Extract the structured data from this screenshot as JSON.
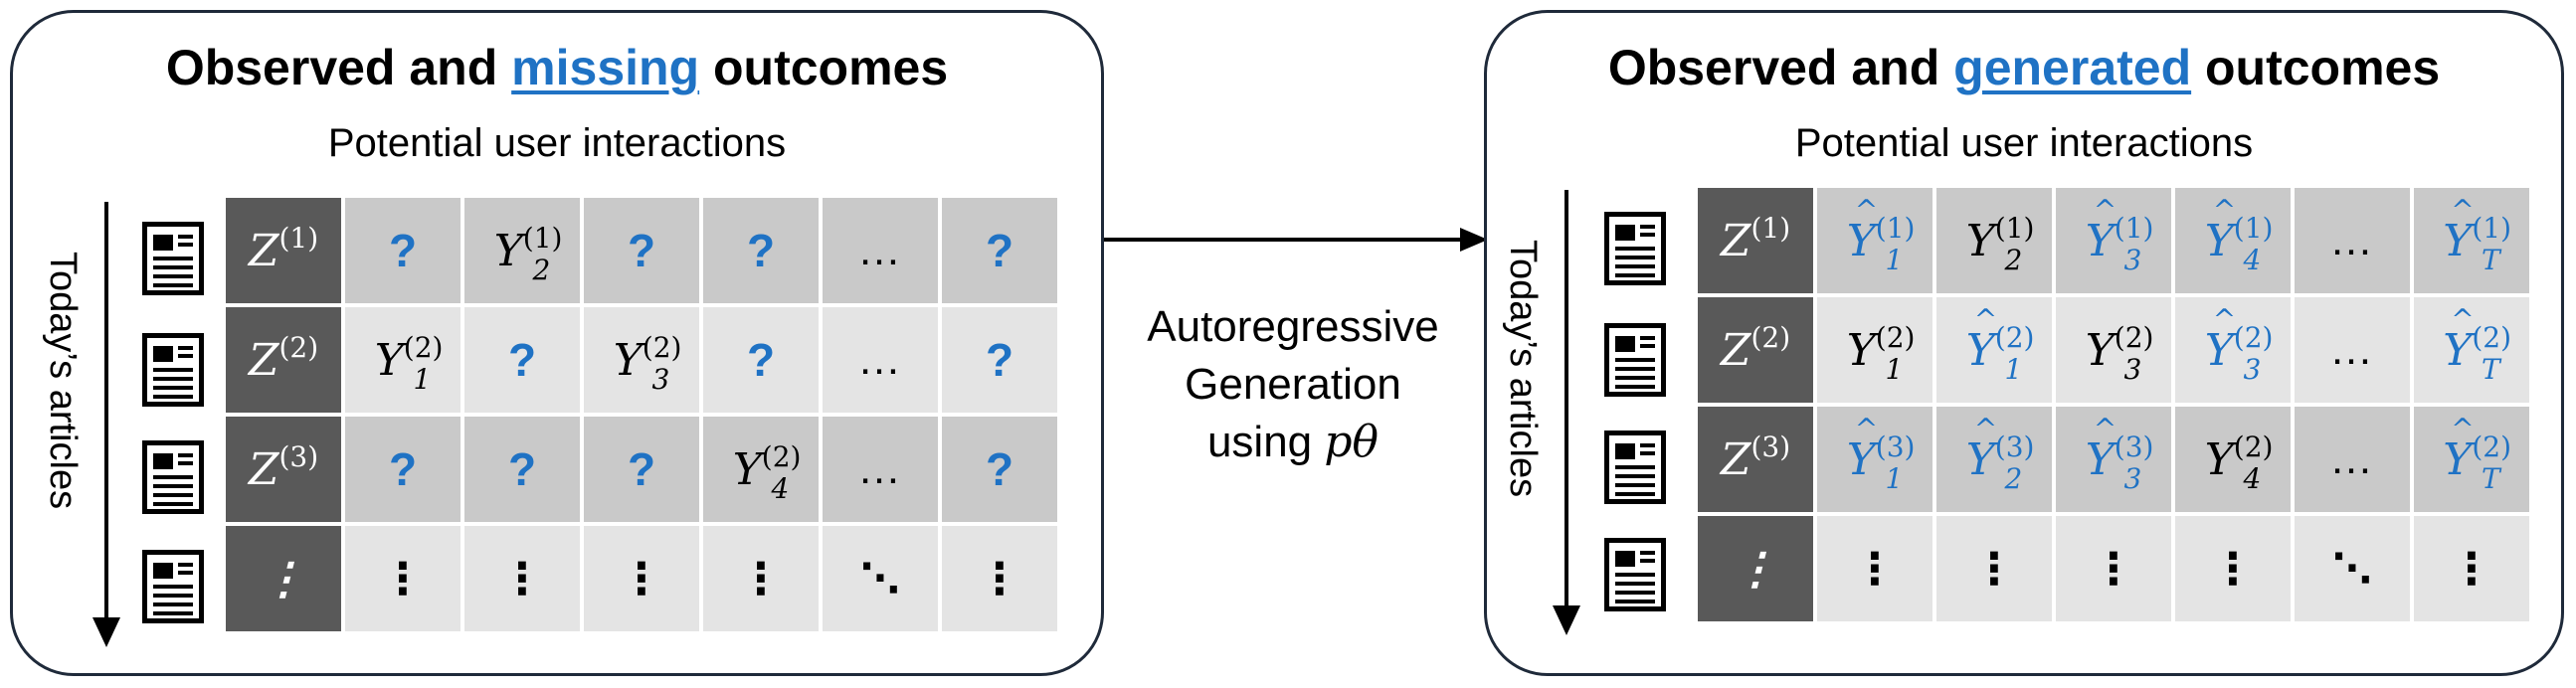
{
  "left_panel": {
    "title_prefix": "Observed and ",
    "title_highlight": "missing",
    "title_suffix": " outcomes",
    "subtitle": "Potential user interactions",
    "axis_label": "Today’s articles",
    "rows": [
      [
        {
          "t": "z",
          "b": "Z",
          "s": "(1)"
        },
        {
          "t": "q",
          "v": "?"
        },
        {
          "t": "y",
          "b": "Y",
          "s": "(1)",
          "i": "2"
        },
        {
          "t": "q",
          "v": "?"
        },
        {
          "t": "q",
          "v": "?"
        },
        {
          "t": "dots",
          "v": "…"
        },
        {
          "t": "q",
          "v": "?"
        }
      ],
      [
        {
          "t": "z",
          "b": "Z",
          "s": "(2)"
        },
        {
          "t": "y",
          "b": "Y",
          "s": "(2)",
          "i": "1"
        },
        {
          "t": "q",
          "v": "?"
        },
        {
          "t": "y",
          "b": "Y",
          "s": "(2)",
          "i": "3"
        },
        {
          "t": "q",
          "v": "?"
        },
        {
          "t": "dots",
          "v": "…"
        },
        {
          "t": "q",
          "v": "?"
        }
      ],
      [
        {
          "t": "z",
          "b": "Z",
          "s": "(3)"
        },
        {
          "t": "q",
          "v": "?"
        },
        {
          "t": "q",
          "v": "?"
        },
        {
          "t": "q",
          "v": "?"
        },
        {
          "t": "y",
          "b": "Y",
          "s": "(2)",
          "i": "4"
        },
        {
          "t": "dots",
          "v": "…"
        },
        {
          "t": "q",
          "v": "?"
        }
      ],
      [
        {
          "t": "zv",
          "v": "⋮"
        },
        {
          "t": "vd",
          "v": "⋮"
        },
        {
          "t": "vd",
          "v": "⋮"
        },
        {
          "t": "vd",
          "v": "⋮"
        },
        {
          "t": "vd",
          "v": "⋮"
        },
        {
          "t": "dd",
          "v": "⋱"
        },
        {
          "t": "vd",
          "v": "⋮"
        }
      ]
    ]
  },
  "right_panel": {
    "title_prefix": "Observed and ",
    "title_highlight": "generated",
    "title_suffix": " outcomes",
    "subtitle": "Potential user interactions",
    "axis_label": "Today’s articles",
    "rows": [
      [
        {
          "t": "z",
          "b": "Z",
          "s": "(1)"
        },
        {
          "t": "g",
          "b": "Y",
          "s": "(1)",
          "i": "1"
        },
        {
          "t": "y",
          "b": "Y",
          "s": "(1)",
          "i": "2"
        },
        {
          "t": "g",
          "b": "Y",
          "s": "(1)",
          "i": "3"
        },
        {
          "t": "g",
          "b": "Y",
          "s": "(1)",
          "i": "4"
        },
        {
          "t": "dots",
          "v": "…"
        },
        {
          "t": "g",
          "b": "Y",
          "s": "(1)",
          "i": "T"
        }
      ],
      [
        {
          "t": "z",
          "b": "Z",
          "s": "(2)"
        },
        {
          "t": "y",
          "b": "Y",
          "s": "(2)",
          "i": "1"
        },
        {
          "t": "g",
          "b": "Y",
          "s": "(2)",
          "i": "1"
        },
        {
          "t": "y",
          "b": "Y",
          "s": "(2)",
          "i": "3"
        },
        {
          "t": "g",
          "b": "Y",
          "s": "(2)",
          "i": "3"
        },
        {
          "t": "dots",
          "v": "…"
        },
        {
          "t": "g",
          "b": "Y",
          "s": "(2)",
          "i": "T"
        }
      ],
      [
        {
          "t": "z",
          "b": "Z",
          "s": "(3)"
        },
        {
          "t": "g",
          "b": "Y",
          "s": "(3)",
          "i": "1"
        },
        {
          "t": "g",
          "b": "Y",
          "s": "(3)",
          "i": "2"
        },
        {
          "t": "g",
          "b": "Y",
          "s": "(3)",
          "i": "3"
        },
        {
          "t": "y",
          "b": "Y",
          "s": "(2)",
          "i": "4"
        },
        {
          "t": "dots",
          "v": "…"
        },
        {
          "t": "g",
          "b": "Y",
          "s": "(2)",
          "i": "T"
        }
      ],
      [
        {
          "t": "zv",
          "v": "⋮"
        },
        {
          "t": "vd",
          "v": "⋮"
        },
        {
          "t": "vd",
          "v": "⋮"
        },
        {
          "t": "vd",
          "v": "⋮"
        },
        {
          "t": "vd",
          "v": "⋮"
        },
        {
          "t": "dd",
          "v": "⋱"
        },
        {
          "t": "vd",
          "v": "⋮"
        }
      ]
    ]
  },
  "center": {
    "line1": "Autoregressive",
    "line2": "Generation",
    "line3_prefix": "using ",
    "line3_symbol": "pθ"
  },
  "colors": {
    "accent": "#1f72c4",
    "z_column": "#595959",
    "row_dark": "#c9c9c9",
    "row_light": "#e4e4e4"
  },
  "icons": [
    "document-icon"
  ]
}
